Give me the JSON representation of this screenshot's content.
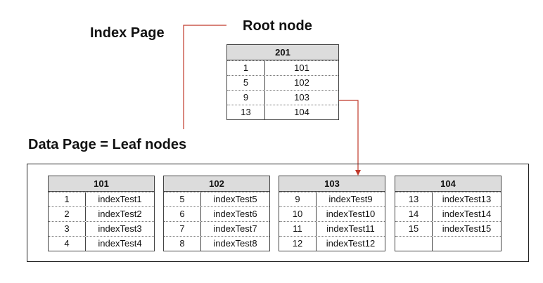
{
  "labels": {
    "index_page": "Index Page",
    "root_node": "Root node",
    "data_page": "Data Page = Leaf nodes"
  },
  "root": {
    "header": "201",
    "rows": [
      [
        "1",
        "101"
      ],
      [
        "5",
        "102"
      ],
      [
        "9",
        "103"
      ],
      [
        "13",
        "104"
      ]
    ]
  },
  "leaves": [
    {
      "header": "101",
      "rows": [
        [
          "1",
          "indexTest1"
        ],
        [
          "2",
          "indexTest2"
        ],
        [
          "3",
          "indexTest3"
        ],
        [
          "4",
          "indexTest4"
        ]
      ]
    },
    {
      "header": "102",
      "rows": [
        [
          "5",
          "indexTest5"
        ],
        [
          "6",
          "indexTest6"
        ],
        [
          "7",
          "indexTest7"
        ],
        [
          "8",
          "indexTest8"
        ]
      ]
    },
    {
      "header": "103",
      "rows": [
        [
          "9",
          "indexTest9"
        ],
        [
          "10",
          "indexTest10"
        ],
        [
          "11",
          "indexTest11"
        ],
        [
          "12",
          "indexTest12"
        ]
      ]
    },
    {
      "header": "104",
      "rows": [
        [
          "13",
          "indexTest13"
        ],
        [
          "14",
          "indexTest14"
        ],
        [
          "15",
          "indexTest15"
        ],
        [
          "",
          ""
        ]
      ]
    }
  ],
  "colors": {
    "connector": "#c0392b",
    "header_fill": "#dcdcdc",
    "border": "#444444"
  }
}
